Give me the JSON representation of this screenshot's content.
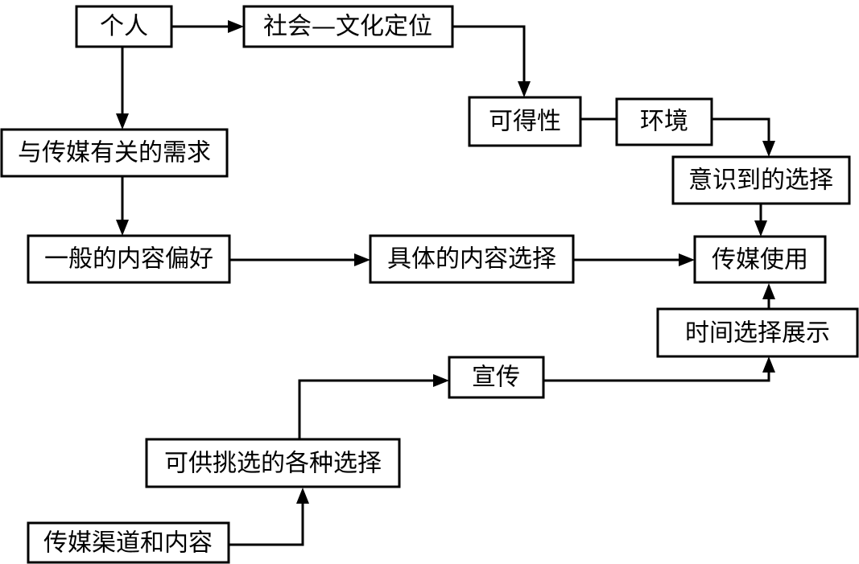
{
  "nodes": {
    "individual": "个人",
    "socio_cultural_position": "社会—文化定位",
    "availability": "可得性",
    "environment": "环境",
    "media_related_needs": "与传媒有关的需求",
    "aware_choices": "意识到的选择",
    "general_content_preference": "一般的内容偏好",
    "specific_content_choice": "具体的内容选择",
    "media_use": "传媒使用",
    "time_choice_display": "时间选择展示",
    "publicity": "宣传",
    "available_choices": "可供挑选的各种选择",
    "media_channels_content": "传媒渠道和内容"
  },
  "colors": {
    "line": "#000000",
    "background": "#ffffff"
  }
}
